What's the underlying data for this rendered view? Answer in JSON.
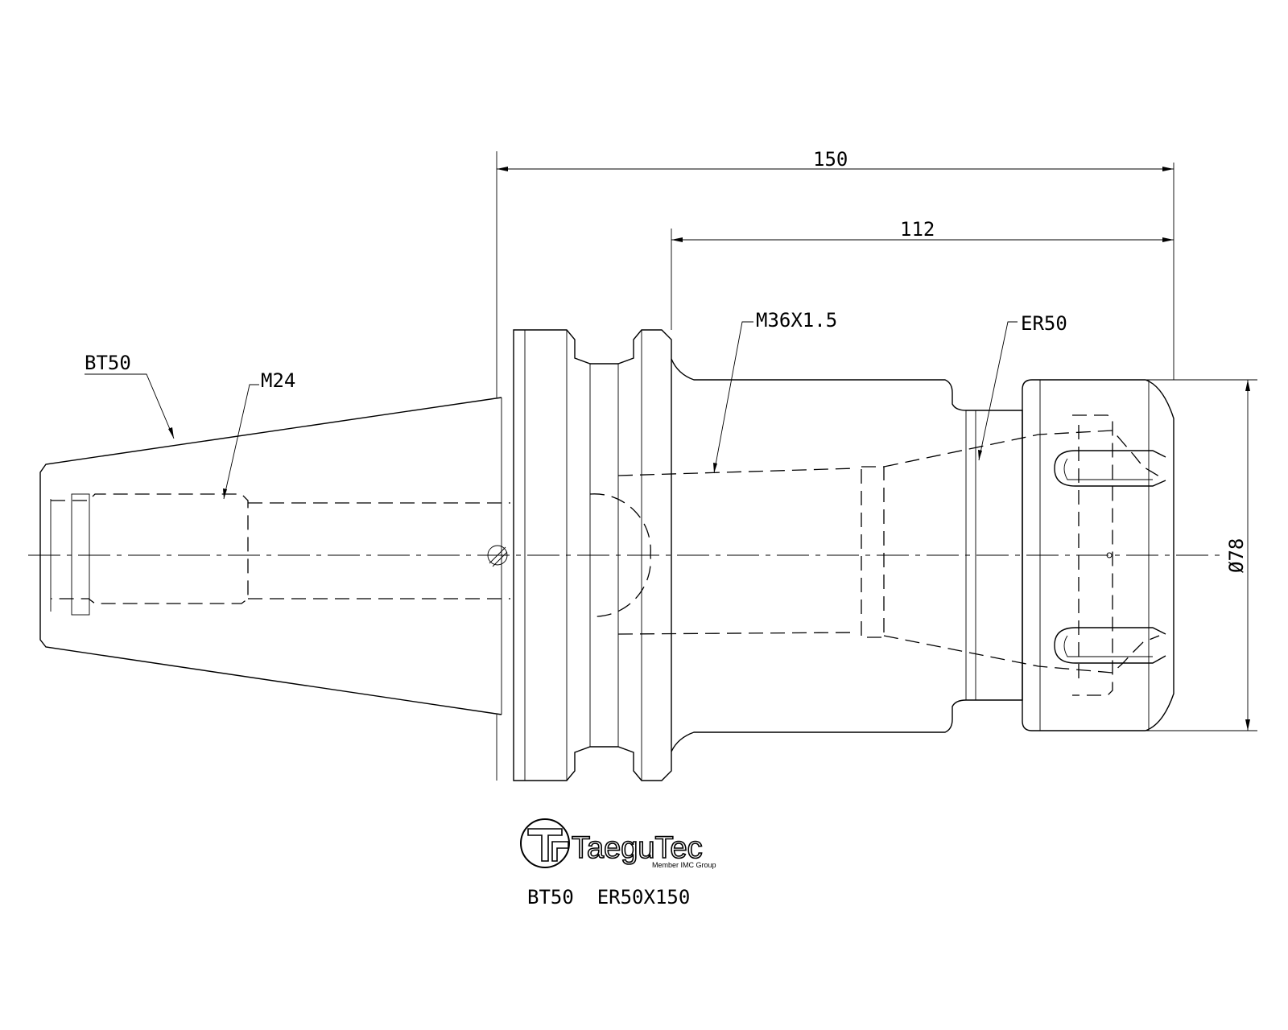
{
  "drawing": {
    "part_designation": "BT50  ER50X150",
    "labels": {
      "taper": "BT50",
      "retention_thread": "M24",
      "clamp_thread": "M36X1.5",
      "collet": "ER50"
    },
    "dimensions": {
      "overall_length": "150",
      "gauge_to_nose_length": "112",
      "nut_diameter": "Ø78"
    }
  },
  "logo": {
    "brand": "TaeguTec",
    "tagline": "Member IMC Group"
  }
}
